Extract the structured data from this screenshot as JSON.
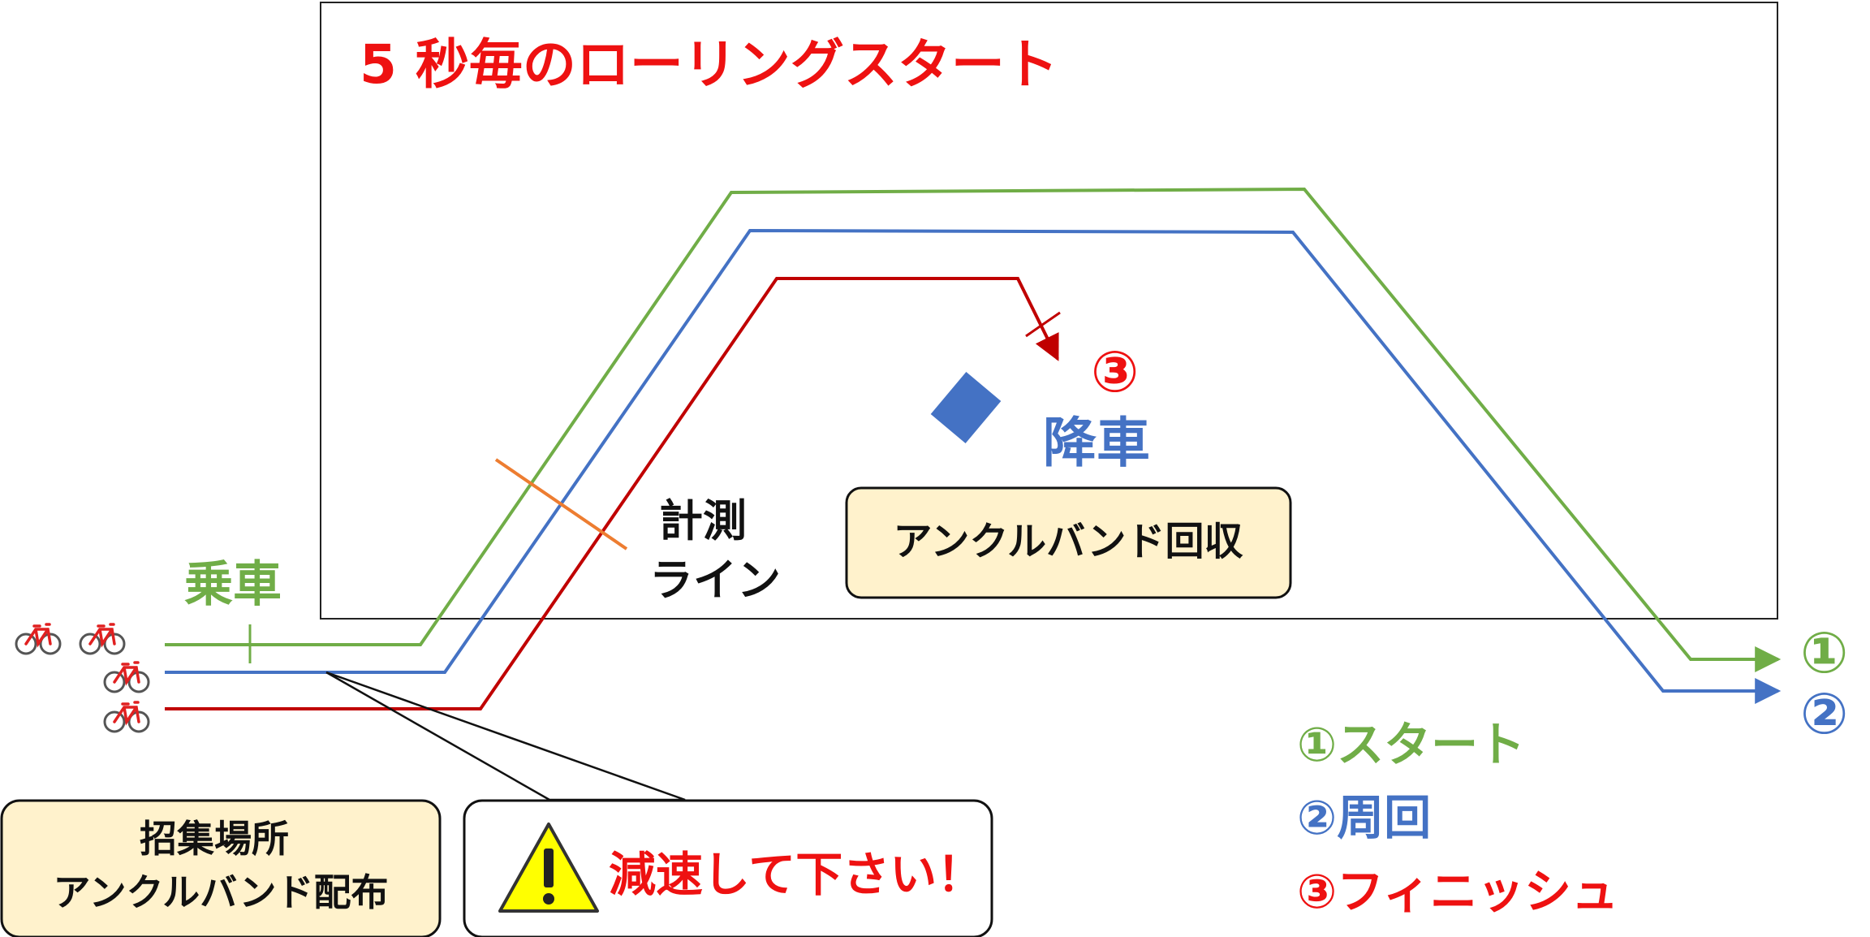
{
  "title": "5 秒毎のローリングスタート",
  "boarding_label": "乗車",
  "dismount": {
    "number": "③",
    "label": "降車"
  },
  "timing_line_label": [
    "計測",
    "ライン"
  ],
  "anklet_collect_box": "アンクルバンド回収",
  "gathering_box": [
    "招集場所",
    "アンクルバンド配布"
  ],
  "warning_box": {
    "icon": "warning-triangle-icon",
    "text": "減速して下さい！"
  },
  "end_markers": [
    "①",
    "②"
  ],
  "legend": [
    {
      "marker": "①",
      "label": "スタート",
      "color": "#70ad47"
    },
    {
      "marker": "②",
      "label": "周回",
      "color": "#4472c4"
    },
    {
      "marker": "③",
      "label": "フィニッシュ",
      "color": "#ee1111"
    }
  ],
  "colors": {
    "start_route": "#70ad47",
    "lap_route": "#4472c4",
    "finish_route": "#c00000",
    "timing_line": "#ed7d31",
    "callout_fill": "#fff2cc",
    "title": "#ee1111"
  },
  "icons": [
    "bicycle-icon",
    "warning-triangle-icon",
    "dismount-marker-icon"
  ]
}
